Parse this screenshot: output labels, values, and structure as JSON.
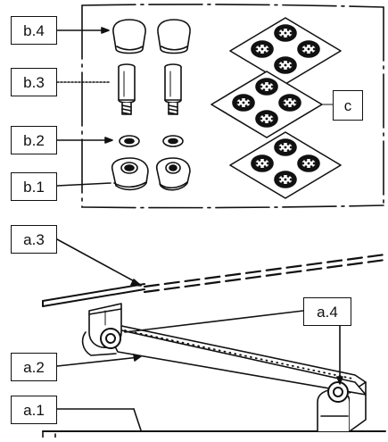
{
  "labels": {
    "b4": "b.4",
    "b3": "b.3",
    "b2": "b.2",
    "b1": "b.1",
    "c": "c",
    "a3": "a.3",
    "a4": "a.4",
    "a2": "a.2",
    "a1": "a.1"
  },
  "colors": {
    "ink": "#111111",
    "paper": "#ffffff"
  }
}
